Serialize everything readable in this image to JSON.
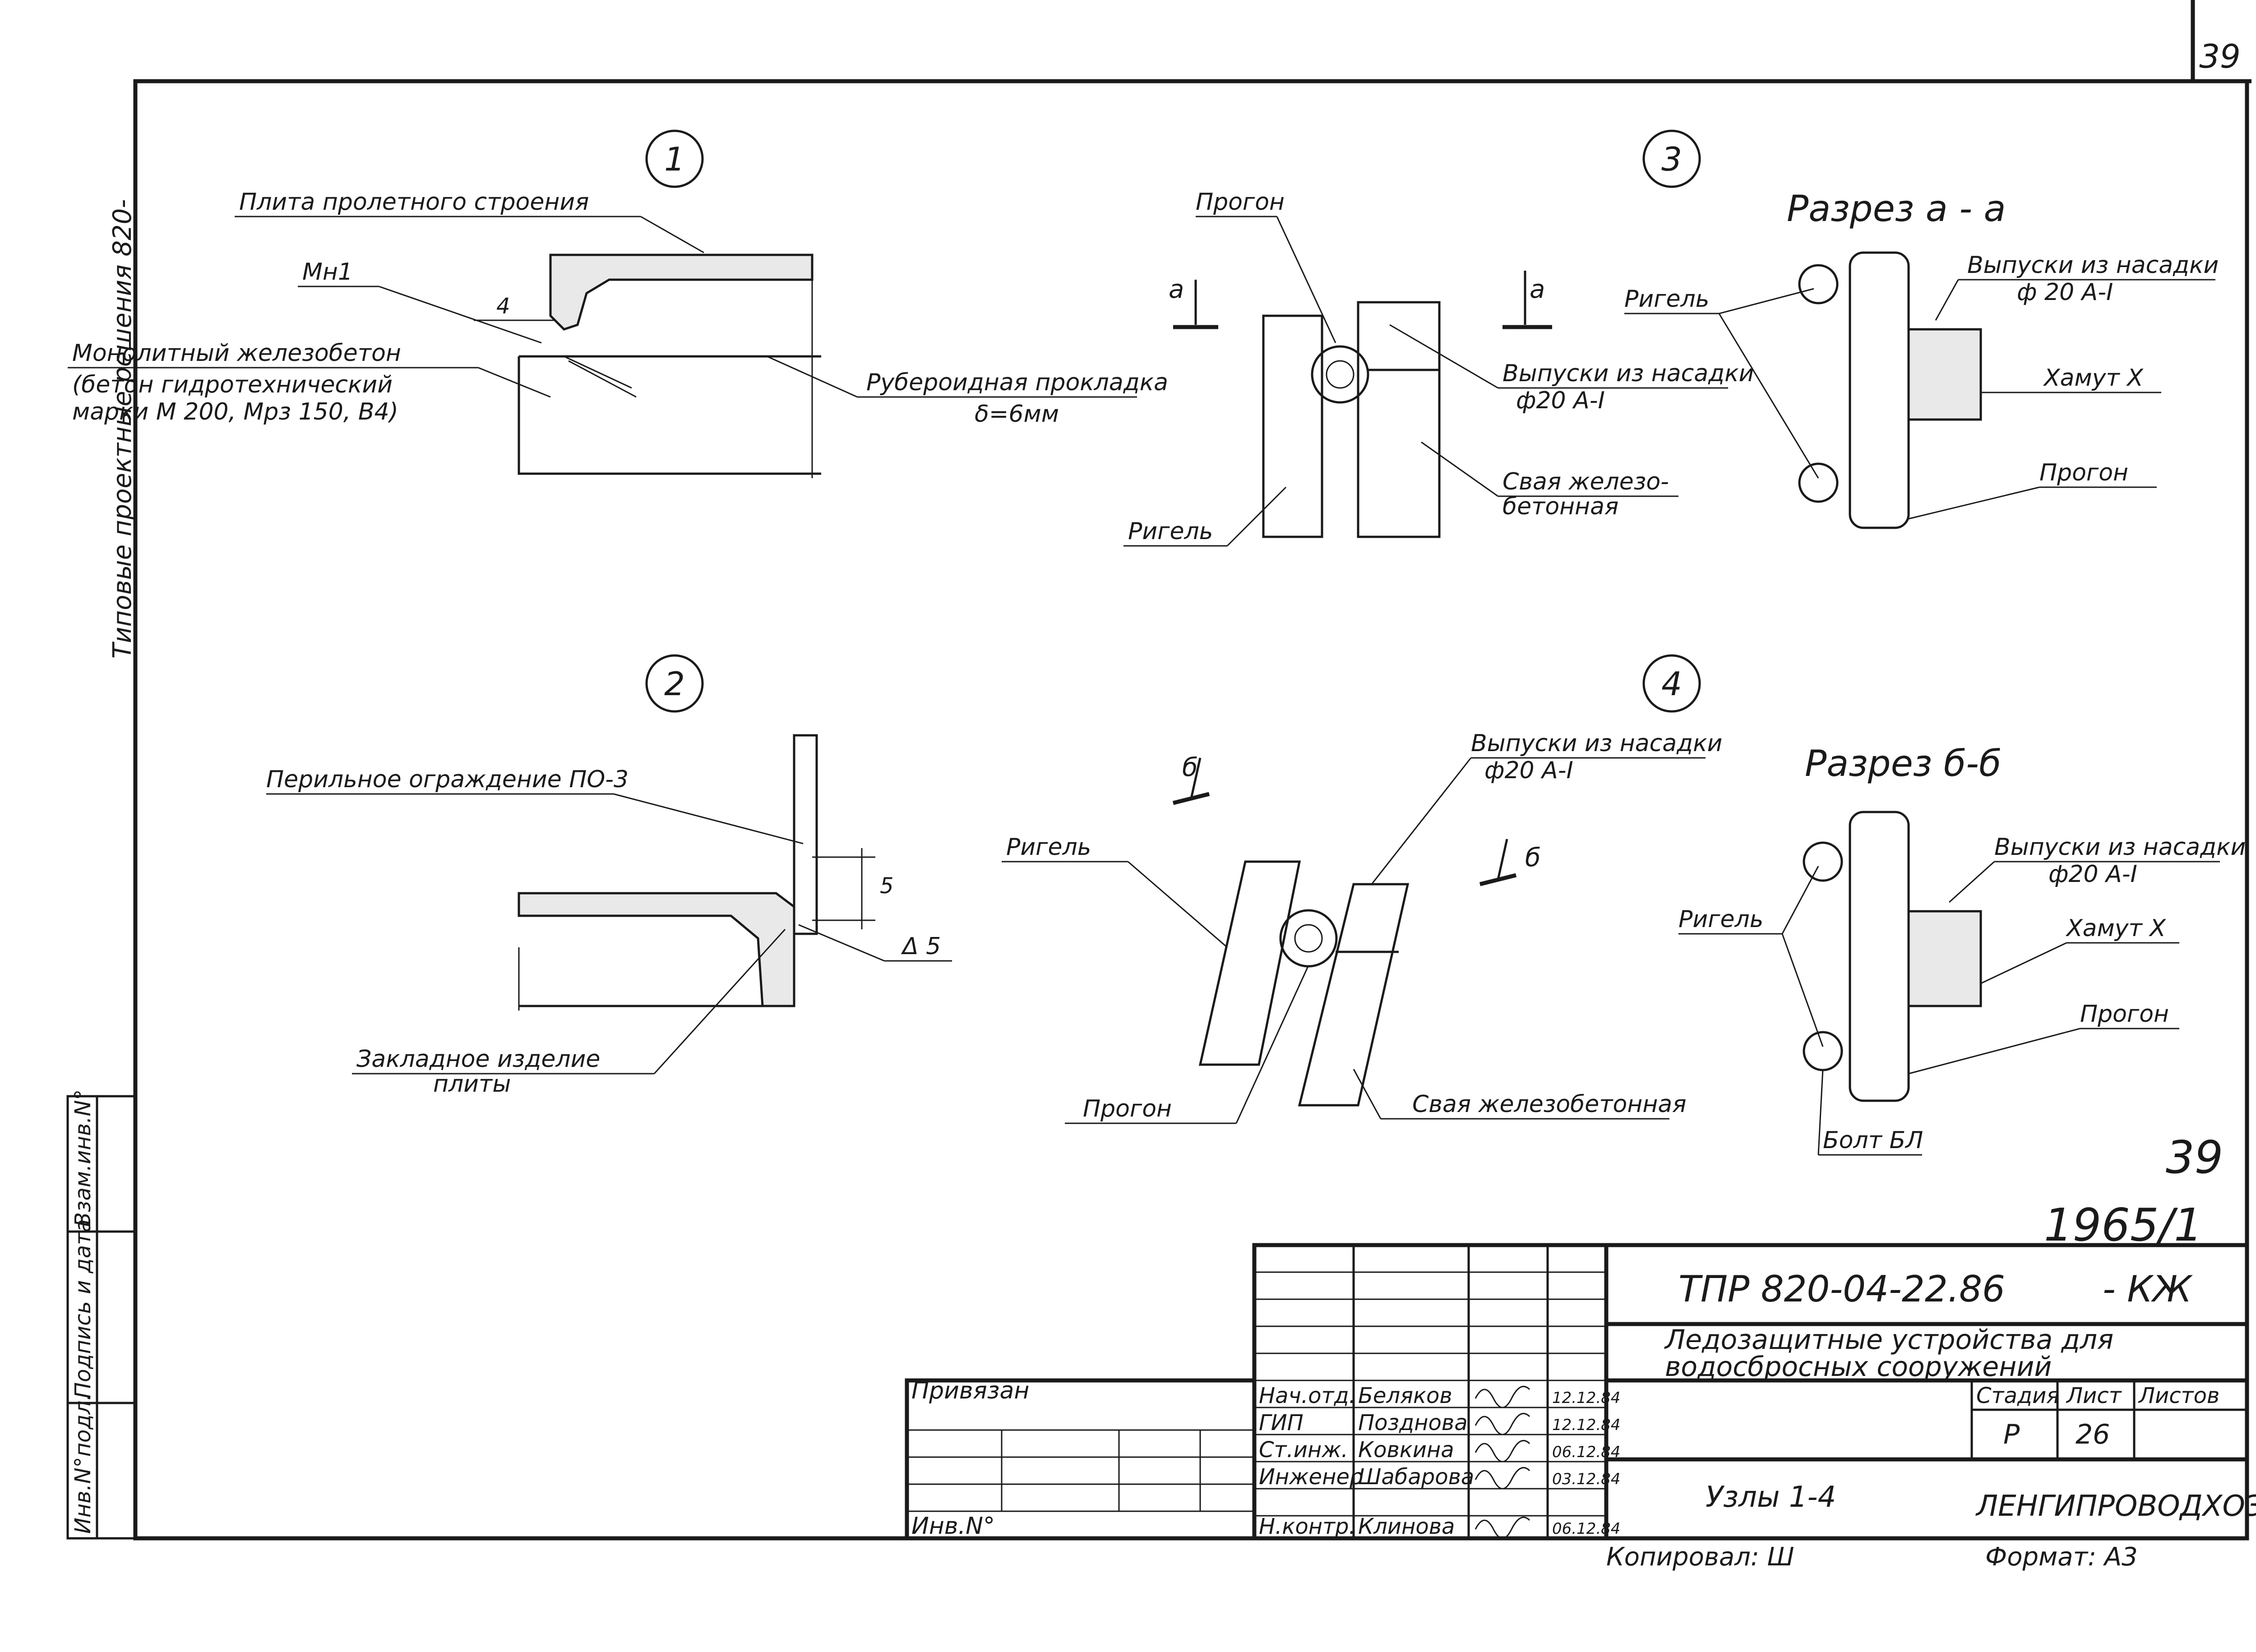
{
  "sheet": {
    "page_number": "39",
    "side_label": "Типовые проектные решения 820-",
    "handwritten_page": "39",
    "handwritten_code": "1965/1"
  },
  "side_stamp": {
    "cells": [
      "Инв.N°подл.",
      "Подпись и дата",
      "Взам.инв.N°"
    ]
  },
  "node1": {
    "number": "1",
    "label_plate": "Плита пролетного строения",
    "label_mn": "Мн1",
    "dim": "4",
    "label_concrete": "Монолитный железобетон",
    "label_concrete_2": "(бетон гидротехнический",
    "label_concrete_3": "марки М 200, Мрз 150, В4)",
    "label_ruberoid": "Рубероидная прокладка",
    "label_ruberoid_2": "δ=6мм"
  },
  "node2": {
    "number": "2",
    "label_railing": "Перильное ограждение ПО-3",
    "dim": "5",
    "weld": "Δ 5",
    "label_embed": "Закладное изделие",
    "label_embed_2": "плиты"
  },
  "node3": {
    "number": "3",
    "label_purlin": "Прогон",
    "cut_left": "а",
    "cut_right": "а",
    "label_outlets": "Выпуски из насадки",
    "label_outlets_2": "ф20 А-I",
    "label_pile": "Свая железо-",
    "label_pile_2": "бетонная",
    "label_girder": "Ригель"
  },
  "section_aa": {
    "title": "Разрез а - а",
    "label_girder": "Ригель",
    "label_outlets": "Выпуски из насадки",
    "label_outlets_2": "ф 20 А-I",
    "label_clamp": "Хамут X",
    "label_purlin": "Прогон"
  },
  "node4": {
    "number": "4",
    "cut_left": "б",
    "cut_right": "б",
    "label_outlets": "Выпуски из насадки",
    "label_outlets_2": "ф20 А-I",
    "label_girder": "Ригель",
    "label_purlin": "Прогон",
    "label_pile": "Свая железобетонная"
  },
  "section_bb": {
    "title": "Разрез б-б",
    "label_girder": "Ригель",
    "label_outlets": "Выпуски из насадки",
    "label_outlets_2": "ф20 А-I",
    "label_clamp": "Хамут X",
    "label_purlin": "Прогон",
    "label_bolt": "Болт БЛ"
  },
  "title_block": {
    "document_code": "ТПР 820-04-22.86",
    "mark": "- КЖ",
    "title_line1": "Ледозащитные устройства для",
    "title_line2": "водосбросных сооружений",
    "sheet_title": "Узлы 1-4",
    "organization": "ЛЕНГИПРОВОДХОЗ",
    "bound": "Привязан",
    "inv_no": "Инв.N°",
    "stage_header": "Стадия",
    "sheet_header": "Лист",
    "sheets_header": "Листов",
    "stage": "Р",
    "sheet": "26",
    "copied": "Копировал: Ш",
    "format": "Формат: А3",
    "signatures": [
      {
        "role": "Нач.отд.",
        "name": "Беляков",
        "date": "12.12.84"
      },
      {
        "role": "ГИП",
        "name": "Позднова",
        "date": "12.12.84"
      },
      {
        "role": "Ст.инж.",
        "name": "Ковкина",
        "date": "06.12.84"
      },
      {
        "role": "Инженер",
        "name": "Шабарова",
        "date": "03.12.84"
      },
      {
        "role": "Н.контр.",
        "name": "Клинова",
        "date": "06.12.84"
      }
    ]
  }
}
